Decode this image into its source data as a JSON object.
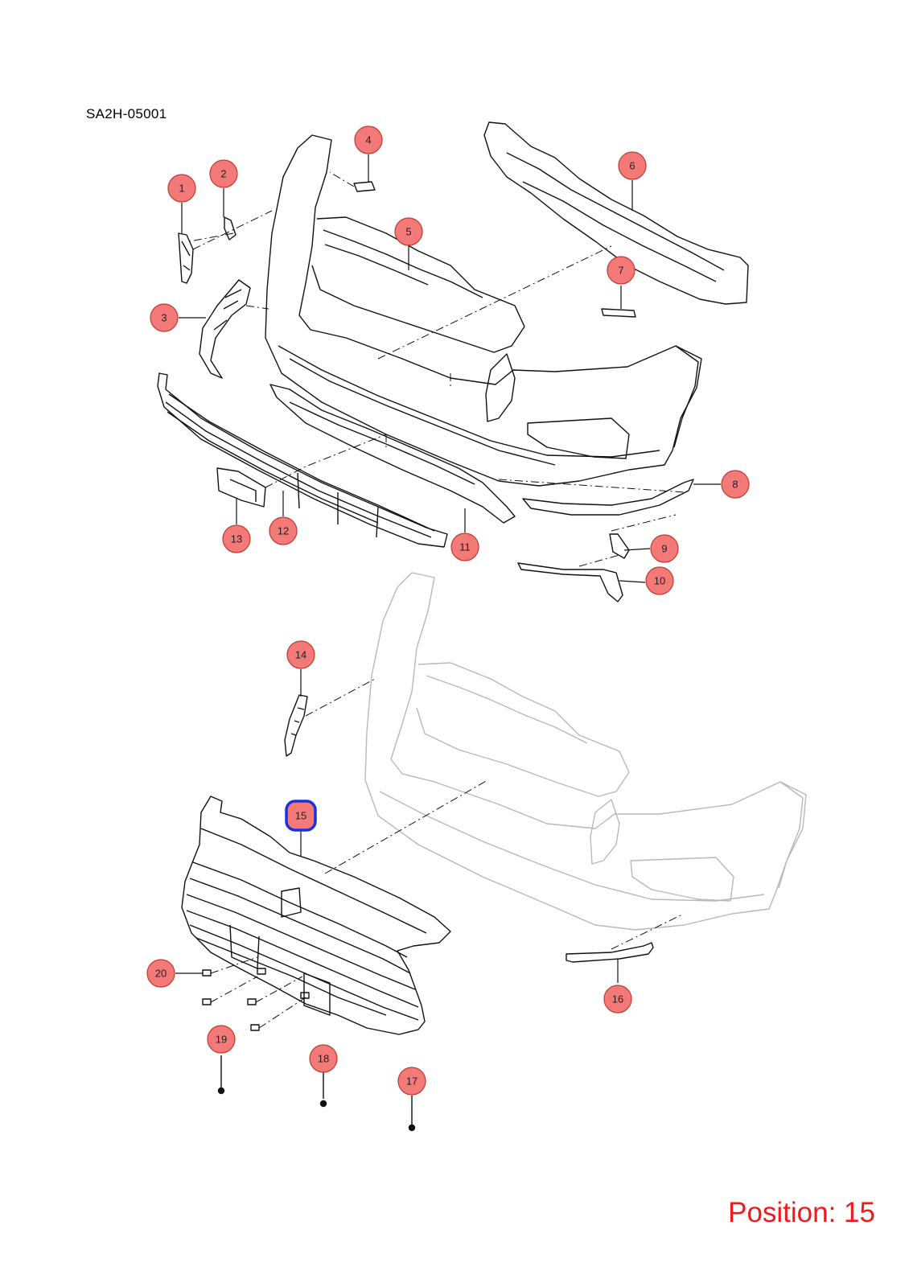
{
  "diagram": {
    "code": "SA2H-05001",
    "position_label": "Position: 15",
    "selected": "15",
    "colors": {
      "callout_fill": "#f47a7a",
      "callout_stroke": "#c0392b",
      "selected_stroke": "#1f2ee0",
      "position_text": "#ee1b1b",
      "line": "#111111",
      "ghost": "#b8b8b8"
    },
    "callouts": [
      "1",
      "2",
      "3",
      "4",
      "5",
      "6",
      "7",
      "8",
      "9",
      "10",
      "11",
      "12",
      "13",
      "14",
      "15",
      "16",
      "17",
      "18",
      "19",
      "20"
    ]
  }
}
